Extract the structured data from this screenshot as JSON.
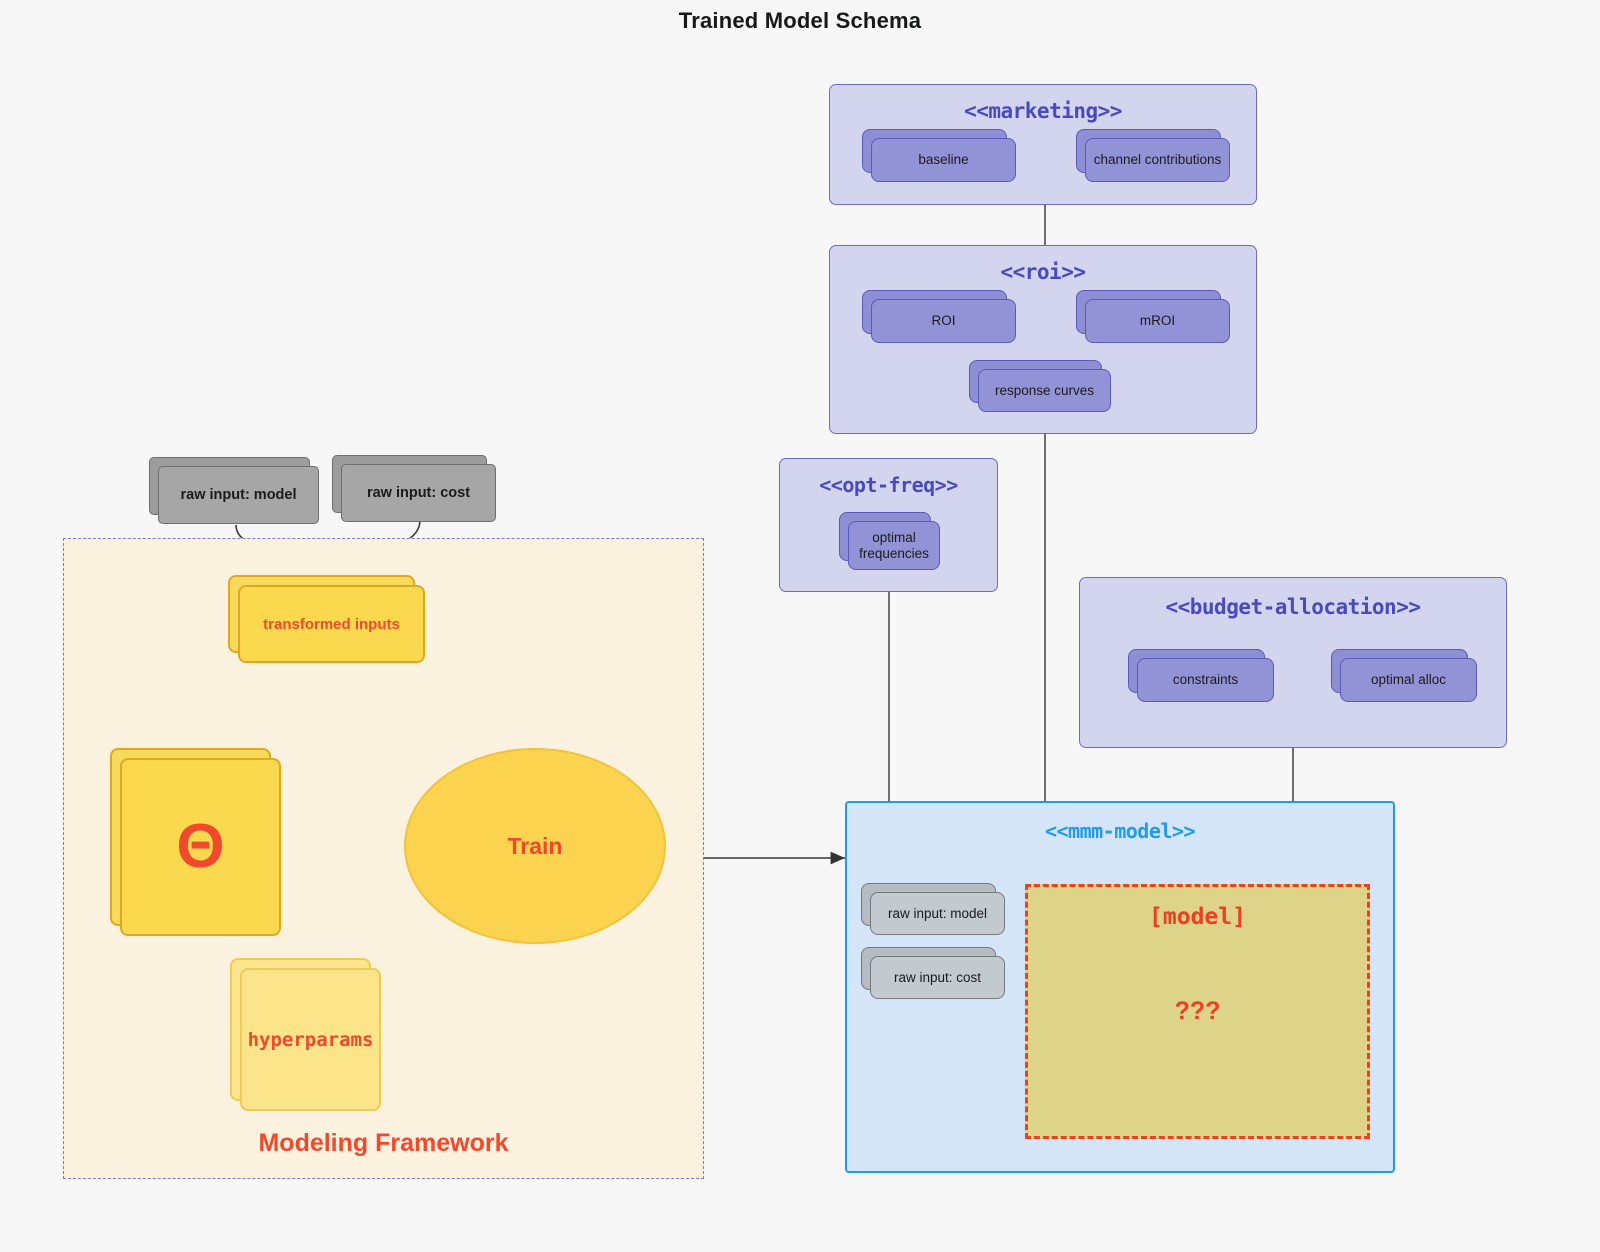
{
  "title": "Trained Model Schema",
  "colors": {
    "page_background": "#f7f7f7",
    "package_fill": "#d3d4ee",
    "package_border": "#6c6cc8",
    "package_title": "#4a4ac0",
    "node_fill": "#9292d6",
    "node_border": "#5a5ab8",
    "blue_package_fill": "#d3e5f7",
    "blue_package_border": "#1f9cf0",
    "framework_fill": "#faf1de",
    "framework_border": "#7b7bd0",
    "yellow_fill": "#fbd94f",
    "yellow_border": "#e0a81f",
    "accent_red": "#f04a2e",
    "model_zone_fill": "#ddd48a",
    "model_zone_border": "#ef3f22",
    "grey_fill": "#a6a6a6",
    "grey_border": "#6e6e6e",
    "connector": "#4d4d4d"
  },
  "packages": [
    {
      "id": "marketing",
      "title": "<<marketing>>",
      "nodes": [
        {
          "label": "baseline"
        },
        {
          "label": "channel contributions"
        }
      ],
      "association": "bidirectional"
    },
    {
      "id": "roi",
      "title": "<<roi>>",
      "nodes": [
        {
          "label": "ROI"
        },
        {
          "label": "mROI"
        },
        {
          "label": "response curves"
        }
      ],
      "association": "bidirectional"
    },
    {
      "id": "opt-freq",
      "title": "<<opt-freq>>",
      "nodes": [
        {
          "label": "optimal\nfrequencies"
        }
      ],
      "association": "none"
    },
    {
      "id": "budget-allocation",
      "title": "<<budget-allocation>>",
      "nodes": [
        {
          "label": "constraints"
        },
        {
          "label": "optimal alloc"
        }
      ],
      "association": "bidirectional"
    }
  ],
  "mmm_model": {
    "title": "<<mmm-model>>",
    "inputs": [
      {
        "label": "raw input: model"
      },
      {
        "label": "raw input: cost"
      }
    ],
    "model_zone": {
      "title": "[model]",
      "unknown": "???"
    }
  },
  "framework": {
    "label": "Modeling Framework",
    "raw_inputs": [
      {
        "label": "raw input: model"
      },
      {
        "label": "raw input: cost"
      }
    ],
    "transformed": {
      "label": "transformed inputs"
    },
    "theta": {
      "label": "Θ"
    },
    "hyperparams": {
      "label": "hyperparams"
    },
    "train": {
      "label": "Train"
    }
  },
  "labels": {
    "marketing_title": "<<marketing>>",
    "roi_title": "<<roi>>",
    "optfreq_title": "<<opt-freq>>",
    "budget_title": "<<budget-allocation>>",
    "mmm_title": "<<mmm-model>>",
    "baseline": "baseline",
    "channel_contributions": "channel contributions",
    "roi": "ROI",
    "mroi": "mROI",
    "response_curves": "response curves",
    "optimal_frequencies_l1": "optimal",
    "optimal_frequencies_l2": "frequencies",
    "constraints": "constraints",
    "optimal_alloc": "optimal alloc",
    "raw_input_model": "raw input: model",
    "raw_input_cost": "raw input: cost",
    "model_bracket": "[model]",
    "question": "???",
    "transformed_inputs": "transformed inputs",
    "theta": "Θ",
    "hyperparams": "hyperparams",
    "train": "Train",
    "modeling_framework": "Modeling Framework"
  }
}
